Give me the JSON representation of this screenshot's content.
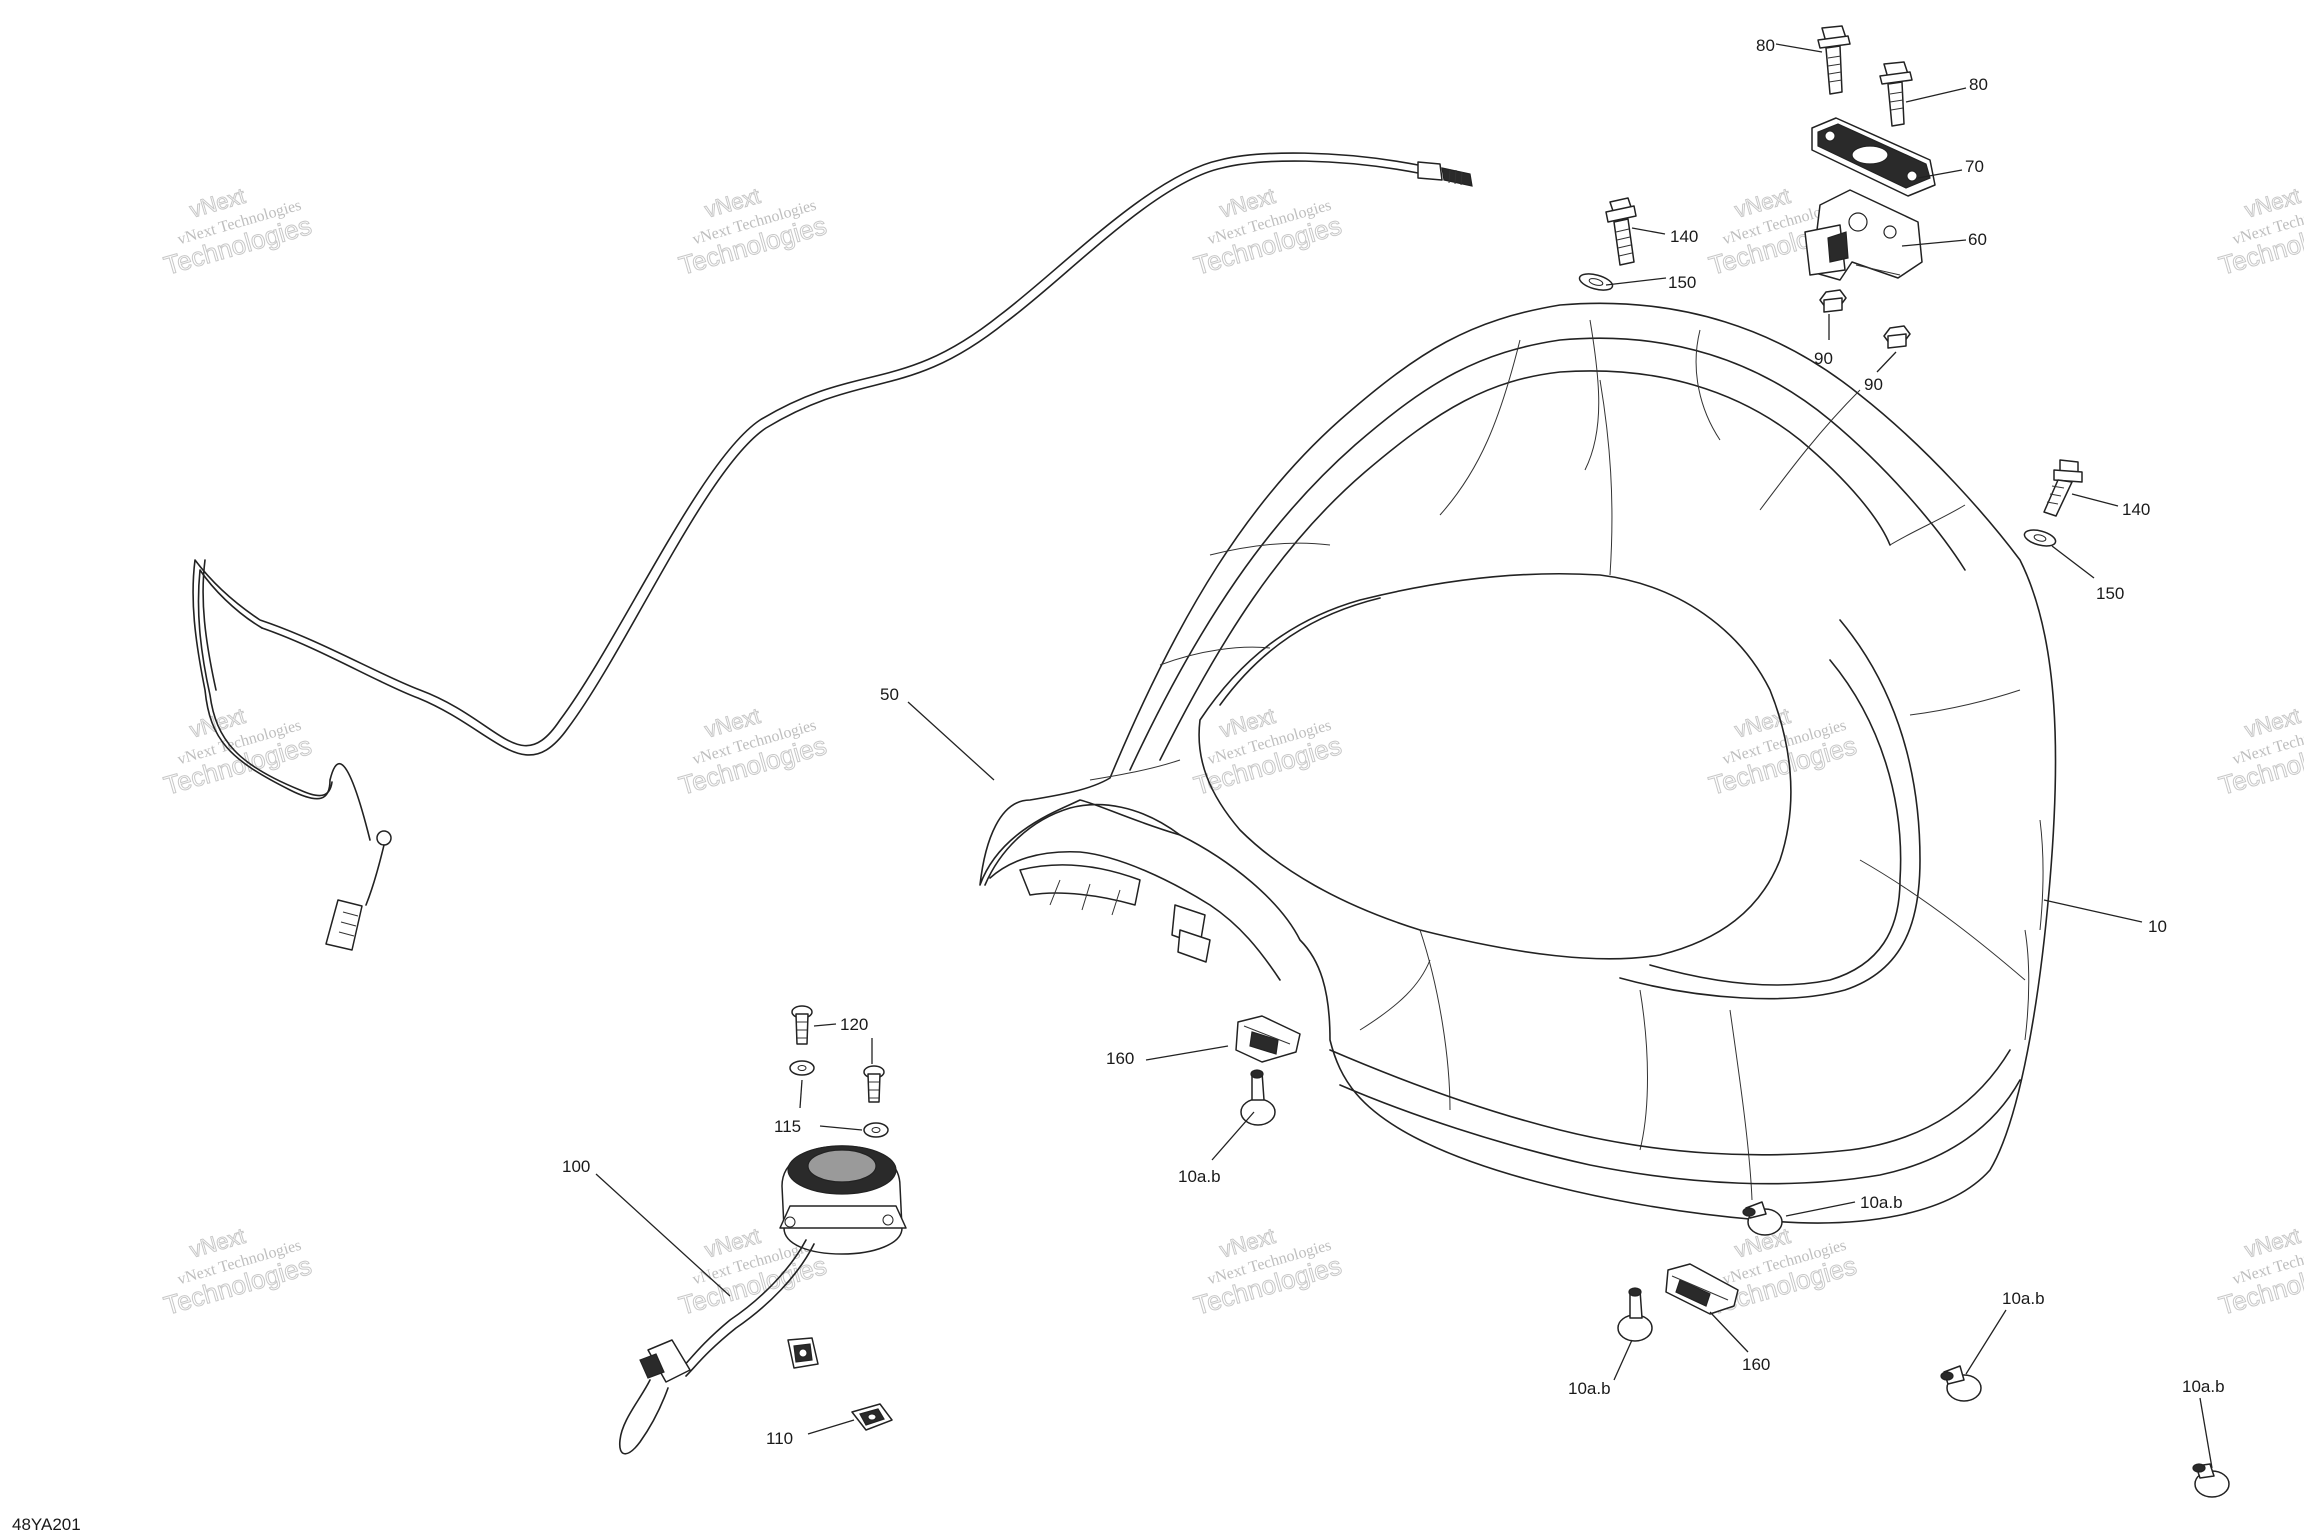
{
  "diagram_id": "48YA201",
  "watermark": {
    "line1": "vNext",
    "line2": "vNext Technologies",
    "line3": "Technologies"
  },
  "callouts": {
    "c10": "10",
    "c10ab_1": "10a.b",
    "c10ab_2": "10a.b",
    "c10ab_3": "10a.b",
    "c10ab_4": "10a.b",
    "c10ab_5": "10a.b",
    "c50": "50",
    "c60": "60",
    "c70": "70",
    "c80_1": "80",
    "c80_2": "80",
    "c90_1": "90",
    "c90_2": "90",
    "c100": "100",
    "c110": "110",
    "c115": "115",
    "c120": "120",
    "c140_1": "140",
    "c140_2": "140",
    "c150_1": "150",
    "c150_2": "150",
    "c160_1": "160",
    "c160_2": "160"
  }
}
